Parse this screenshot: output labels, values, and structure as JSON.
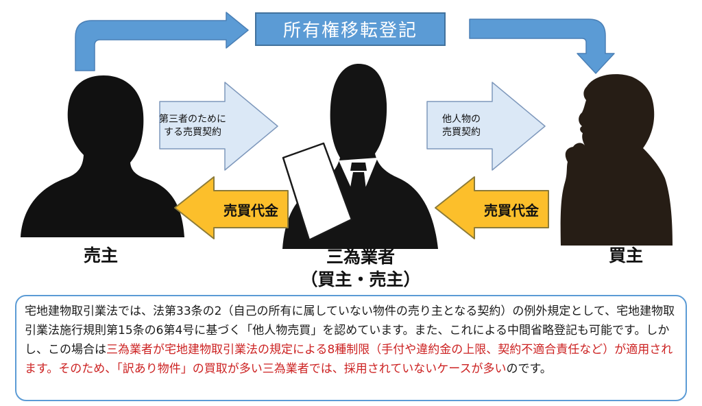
{
  "diagram": {
    "title": "所有権移転登記",
    "actors": {
      "seller": {
        "label": "売主"
      },
      "dealer": {
        "label": "三為業者",
        "sublabel": "（買主・売主）"
      },
      "buyer": {
        "label": "買主"
      }
    },
    "contract_arrow_left": {
      "line1": "第三者のために",
      "line2": "する売買契約"
    },
    "contract_arrow_right": {
      "line1": "他人物の",
      "line2": "売買契約"
    },
    "payment_arrow_left": {
      "label": "売買代金"
    },
    "payment_arrow_right": {
      "label": "売買代金"
    }
  },
  "note": {
    "segments": [
      {
        "text": "宅地建物取引業法では、法第33条の2（自己の所有に属していない物件の売り主となる契約）の例外規定として、宅地建物取引業法施行規則第15条の6第4号に基づく「他人物売買」を認めています。また、これによる中間省略登記も可能です。しかし、この場合は",
        "color": "#1a1a1a"
      },
      {
        "text": "三為業者が宅地建物取引業法の規定による8種制限（手付や違約金の上限、契約不適合責任など）が適用されます。そのため、「訳あり物件」の買取が多い三為業者では、採用されていないケースが多い",
        "color": "#cc2222"
      },
      {
        "text": "のです。",
        "color": "#1a1a1a"
      }
    ]
  },
  "colors": {
    "accent_blue": "#5b9bd5",
    "accent_blue_dark": "#41719c",
    "light_blue_fill": "#dbe8f6",
    "light_blue_border": "#7d97bb",
    "gold_fill": "#fcbf2b",
    "gold_border": "#8c7b39",
    "note_border": "#5b9bd5",
    "red_text": "#cc2222",
    "silhouette_black": "#111111",
    "silhouette_brown": "#261d15"
  }
}
